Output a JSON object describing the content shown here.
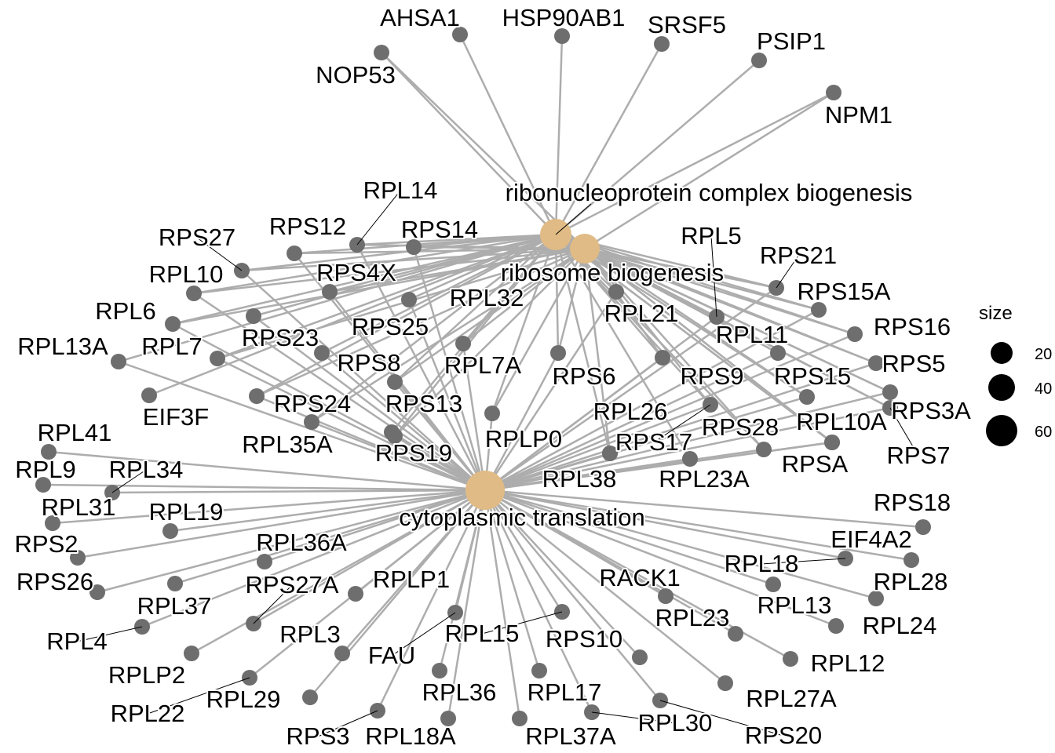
{
  "colors": {
    "edge": "#adadad",
    "gene_node": "#6e6e6e",
    "category_node": "#e0bb85",
    "leader": "#000000"
  },
  "categories": [
    {
      "id": "rnp",
      "label": "ribonucleoprotein complex biogenesis",
      "size": 45
    },
    {
      "id": "ribo",
      "label": "ribosome biogenesis",
      "size": 40
    },
    {
      "id": "cyto",
      "label": "cytoplasmic translation",
      "size": 60
    }
  ],
  "genes": [
    {
      "label": "NOP53",
      "cats": [
        "rnp",
        "ribo"
      ]
    },
    {
      "label": "AHSA1",
      "cats": [
        "rnp"
      ]
    },
    {
      "label": "HSP90AB1",
      "cats": [
        "rnp"
      ]
    },
    {
      "label": "SRSF5",
      "cats": [
        "rnp"
      ]
    },
    {
      "label": "PSIP1",
      "cats": [
        "rnp"
      ]
    },
    {
      "label": "NPM1",
      "cats": [
        "rnp",
        "ribo"
      ]
    },
    {
      "label": "RPL14",
      "cats": [
        "rnp",
        "ribo",
        "cyto"
      ]
    },
    {
      "label": "RPS12",
      "cats": [
        "rnp",
        "ribo",
        "cyto"
      ]
    },
    {
      "label": "RPS14",
      "cats": [
        "rnp",
        "ribo",
        "cyto"
      ]
    },
    {
      "label": "RPS27",
      "cats": [
        "rnp",
        "ribo",
        "cyto"
      ]
    },
    {
      "label": "RPL10",
      "cats": [
        "rnp",
        "ribo",
        "cyto"
      ]
    },
    {
      "label": "RPS4X",
      "cats": [
        "rnp",
        "ribo",
        "cyto"
      ]
    },
    {
      "label": "RPL6",
      "cats": [
        "rnp",
        "ribo",
        "cyto"
      ]
    },
    {
      "label": "RPL32",
      "cats": [
        "rnp",
        "cyto"
      ]
    },
    {
      "label": "RPS23",
      "cats": [
        "rnp",
        "cyto"
      ]
    },
    {
      "label": "RPS25",
      "cats": [
        "rnp",
        "cyto"
      ]
    },
    {
      "label": "RPL7",
      "cats": [
        "rnp",
        "ribo",
        "cyto"
      ]
    },
    {
      "label": "RPL13A",
      "cats": [
        "rnp",
        "cyto"
      ]
    },
    {
      "label": "RPS8",
      "cats": [
        "rnp",
        "ribo",
        "cyto"
      ]
    },
    {
      "label": "RPL7A",
      "cats": [
        "rnp",
        "ribo",
        "cyto"
      ]
    },
    {
      "label": "RPS24",
      "cats": [
        "rnp",
        "ribo",
        "cyto"
      ]
    },
    {
      "label": "RPS13",
      "cats": [
        "rnp",
        "cyto"
      ]
    },
    {
      "label": "EIF3F",
      "cats": [
        "rnp"
      ]
    },
    {
      "label": "RPL35A",
      "cats": [
        "rnp",
        "ribo",
        "cyto"
      ]
    },
    {
      "label": "RPS19",
      "cats": [
        "rnp",
        "ribo",
        "cyto"
      ]
    },
    {
      "label": "RPLP0",
      "cats": [
        "rnp",
        "ribo",
        "cyto"
      ]
    },
    {
      "label": "RPL5",
      "cats": [
        "rnp",
        "ribo",
        "cyto"
      ]
    },
    {
      "label": "RPS21",
      "cats": [
        "rnp",
        "ribo",
        "cyto"
      ]
    },
    {
      "label": "RPS15A",
      "cats": [
        "rnp",
        "ribo",
        "cyto"
      ]
    },
    {
      "label": "RPL21",
      "cats": [
        "rnp",
        "cyto"
      ]
    },
    {
      "label": "RPS16",
      "cats": [
        "rnp",
        "ribo",
        "cyto"
      ]
    },
    {
      "label": "RPL11",
      "cats": [
        "rnp",
        "ribo",
        "cyto"
      ]
    },
    {
      "label": "RPS6",
      "cats": [
        "rnp",
        "ribo",
        "cyto"
      ]
    },
    {
      "label": "RPS9",
      "cats": [
        "rnp",
        "ribo",
        "cyto"
      ]
    },
    {
      "label": "RPS15",
      "cats": [
        "rnp",
        "ribo",
        "cyto"
      ]
    },
    {
      "label": "RPS5",
      "cats": [
        "rnp",
        "ribo",
        "cyto"
      ]
    },
    {
      "label": "RPS3A",
      "cats": [
        "rnp",
        "ribo",
        "cyto"
      ]
    },
    {
      "label": "RPL26",
      "cats": [
        "rnp",
        "ribo",
        "cyto"
      ]
    },
    {
      "label": "RPS28",
      "cats": [
        "rnp",
        "ribo",
        "cyto"
      ]
    },
    {
      "label": "RPL10A",
      "cats": [
        "rnp",
        "ribo",
        "cyto"
      ]
    },
    {
      "label": "RPS17",
      "cats": [
        "rnp",
        "ribo",
        "cyto"
      ]
    },
    {
      "label": "RPS7",
      "cats": [
        "rnp",
        "ribo",
        "cyto"
      ]
    },
    {
      "label": "RPSA",
      "cats": [
        "rnp",
        "ribo",
        "cyto"
      ]
    },
    {
      "label": "RPL38",
      "cats": [
        "cyto"
      ]
    },
    {
      "label": "RPL23A",
      "cats": [
        "rnp",
        "cyto"
      ]
    },
    {
      "label": "RPL41",
      "cats": [
        "cyto"
      ]
    },
    {
      "label": "RPL9",
      "cats": [
        "cyto"
      ]
    },
    {
      "label": "RPL34",
      "cats": [
        "cyto"
      ]
    },
    {
      "label": "RPL31",
      "cats": [
        "cyto"
      ]
    },
    {
      "label": "RPL19",
      "cats": [
        "cyto"
      ]
    },
    {
      "label": "RPS2",
      "cats": [
        "cyto"
      ]
    },
    {
      "label": "RPL36A",
      "cats": [
        "cyto"
      ]
    },
    {
      "label": "RPS26",
      "cats": [
        "cyto"
      ]
    },
    {
      "label": "RPL37",
      "cats": [
        "cyto"
      ]
    },
    {
      "label": "RPS27A",
      "cats": [
        "cyto"
      ]
    },
    {
      "label": "RPL4",
      "cats": [
        "cyto"
      ]
    },
    {
      "label": "RPLP1",
      "cats": [
        "cyto"
      ]
    },
    {
      "label": "RPL3",
      "cats": [
        "cyto"
      ]
    },
    {
      "label": "RPLP2",
      "cats": [
        "cyto"
      ]
    },
    {
      "label": "RPL29",
      "cats": [
        "cyto"
      ]
    },
    {
      "label": "RPL22",
      "cats": [
        "cyto"
      ]
    },
    {
      "label": "RPS3",
      "cats": [
        "cyto"
      ]
    },
    {
      "label": "RPL18A",
      "cats": [
        "cyto"
      ]
    },
    {
      "label": "FAU",
      "cats": [
        "cyto"
      ]
    },
    {
      "label": "RPL15",
      "cats": [
        "cyto"
      ]
    },
    {
      "label": "RPS10",
      "cats": [
        "cyto"
      ]
    },
    {
      "label": "RPL36",
      "cats": [
        "cyto"
      ]
    },
    {
      "label": "RPL17",
      "cats": [
        "cyto"
      ]
    },
    {
      "label": "RPL37A",
      "cats": [
        "cyto"
      ]
    },
    {
      "label": "RPL30",
      "cats": [
        "cyto"
      ]
    },
    {
      "label": "RPS20",
      "cats": [
        "cyto"
      ]
    },
    {
      "label": "RPL27A",
      "cats": [
        "cyto"
      ]
    },
    {
      "label": "RACK1",
      "cats": [
        "cyto"
      ]
    },
    {
      "label": "RPL23",
      "cats": [
        "cyto"
      ]
    },
    {
      "label": "RPL13",
      "cats": [
        "cyto"
      ]
    },
    {
      "label": "RPL12",
      "cats": [
        "cyto"
      ]
    },
    {
      "label": "RPL24",
      "cats": [
        "cyto"
      ]
    },
    {
      "label": "RPL18",
      "cats": [
        "cyto"
      ]
    },
    {
      "label": "EIF4A2",
      "cats": [
        "cyto"
      ]
    },
    {
      "label": "RPL28",
      "cats": [
        "cyto"
      ]
    },
    {
      "label": "RPS18",
      "cats": [
        "cyto"
      ]
    }
  ],
  "legend": {
    "title": "size",
    "items": [
      {
        "label": "20",
        "value": 20
      },
      {
        "label": "40",
        "value": 40
      },
      {
        "label": "60",
        "value": 60
      }
    ]
  }
}
